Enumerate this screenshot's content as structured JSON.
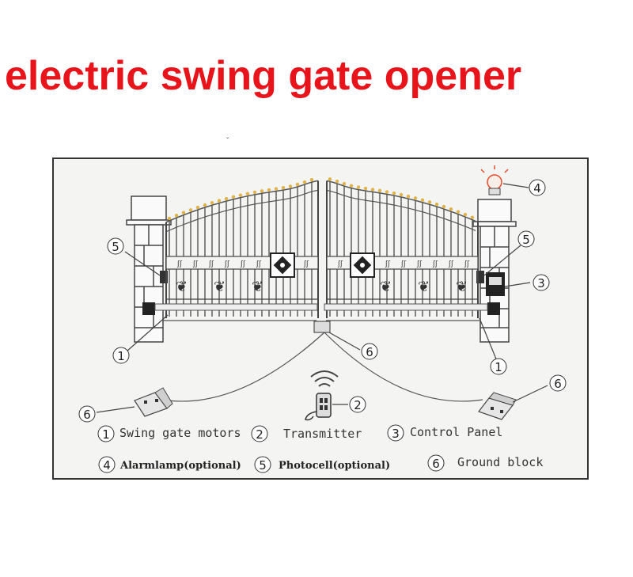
{
  "title": "electric swing gate opener",
  "callouts": {
    "n1a": "1",
    "n1b": "1",
    "n2": "2",
    "n3": "3",
    "n4": "4",
    "n5a": "5",
    "n5b": "5",
    "n6a": "6",
    "n6b": "6",
    "n6c": "6"
  },
  "legend": [
    {
      "num": "1",
      "text": "Swing gate motors"
    },
    {
      "num": "2",
      "text": "Transmitter"
    },
    {
      "num": "3",
      "text": "Control Panel"
    },
    {
      "num": "4",
      "text": "Alarmlamp(optional)"
    },
    {
      "num": "5",
      "text": "Photocell(optional)"
    },
    {
      "num": "6",
      "text": "Ground block"
    }
  ],
  "colors": {
    "title": "#e8141b",
    "frame": "#333333",
    "panel_bg": "#f4f4f2",
    "alarm_glow": "#e84a2a",
    "spike": "#e0b44a"
  }
}
